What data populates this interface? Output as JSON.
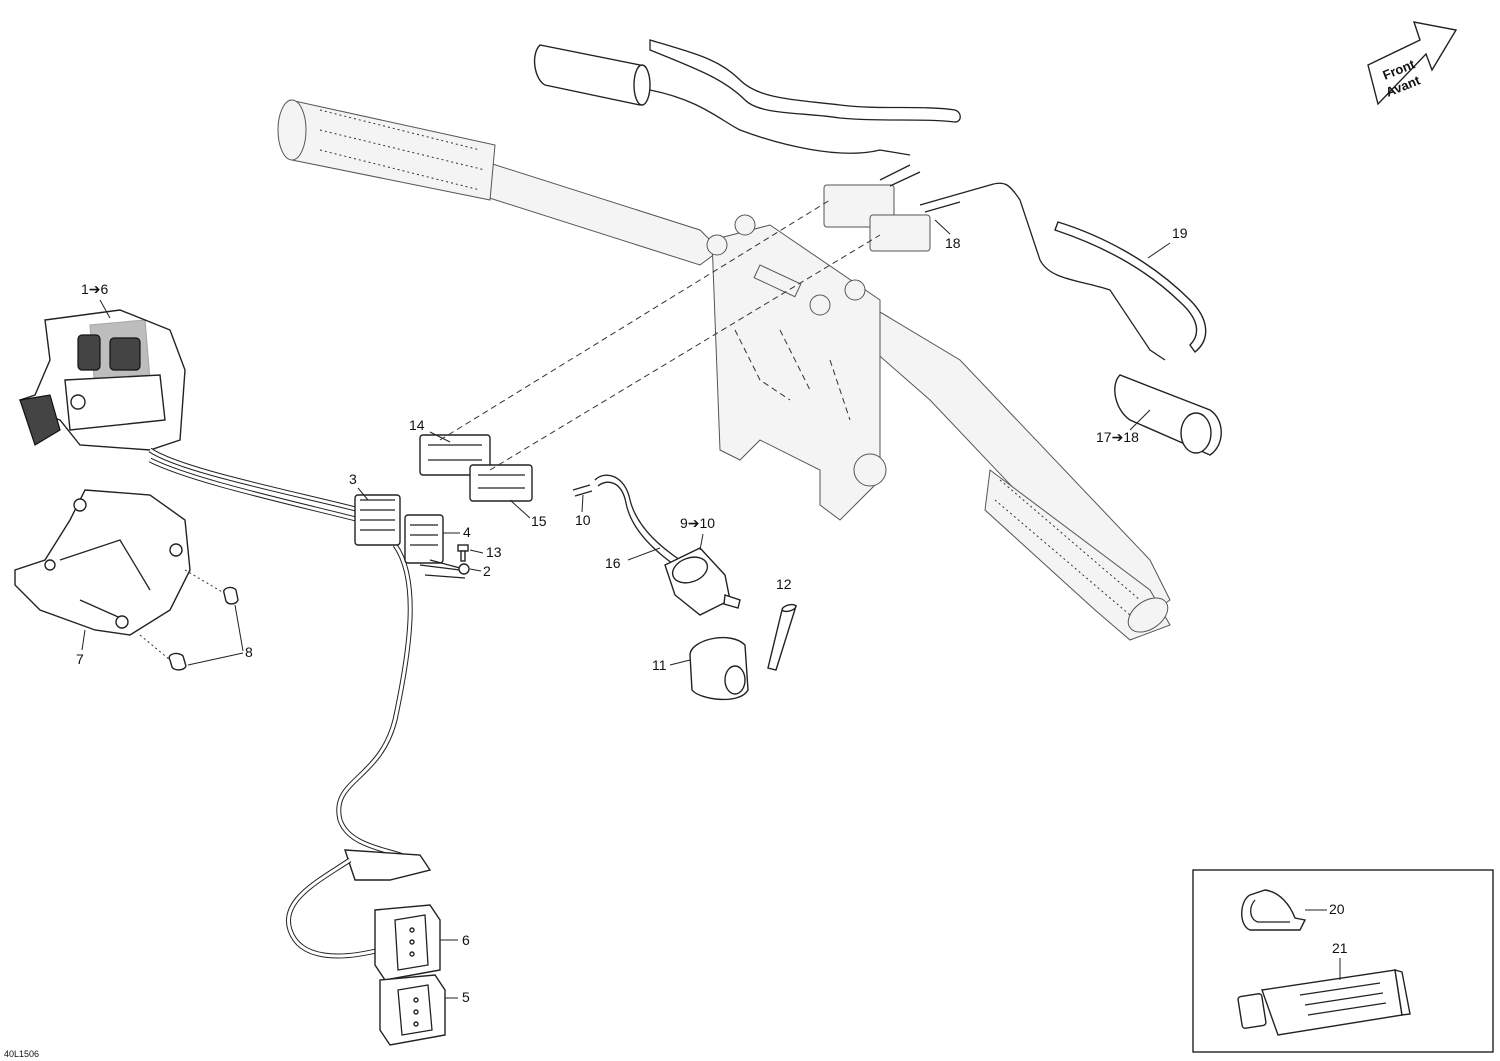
{
  "drawing_code": "40L1506",
  "front_arrow": {
    "line1": "Front",
    "line2": "Avant",
    "icon": "front-arrow-icon"
  },
  "callouts": {
    "c1_6": "1➔6",
    "c2": "2",
    "c3": "3",
    "c4": "4",
    "c5": "5",
    "c6": "6",
    "c7": "7",
    "c8": "8",
    "c9_10": "9➔10",
    "c10": "10",
    "c11": "11",
    "c12": "12",
    "c13": "13",
    "c14": "14",
    "c15": "15",
    "c16": "16",
    "c17_18": "17➔18",
    "c18": "18",
    "c19": "19",
    "c20": "20",
    "c21": "21"
  },
  "colors": {
    "line": "#222222",
    "background": "#ffffff"
  }
}
